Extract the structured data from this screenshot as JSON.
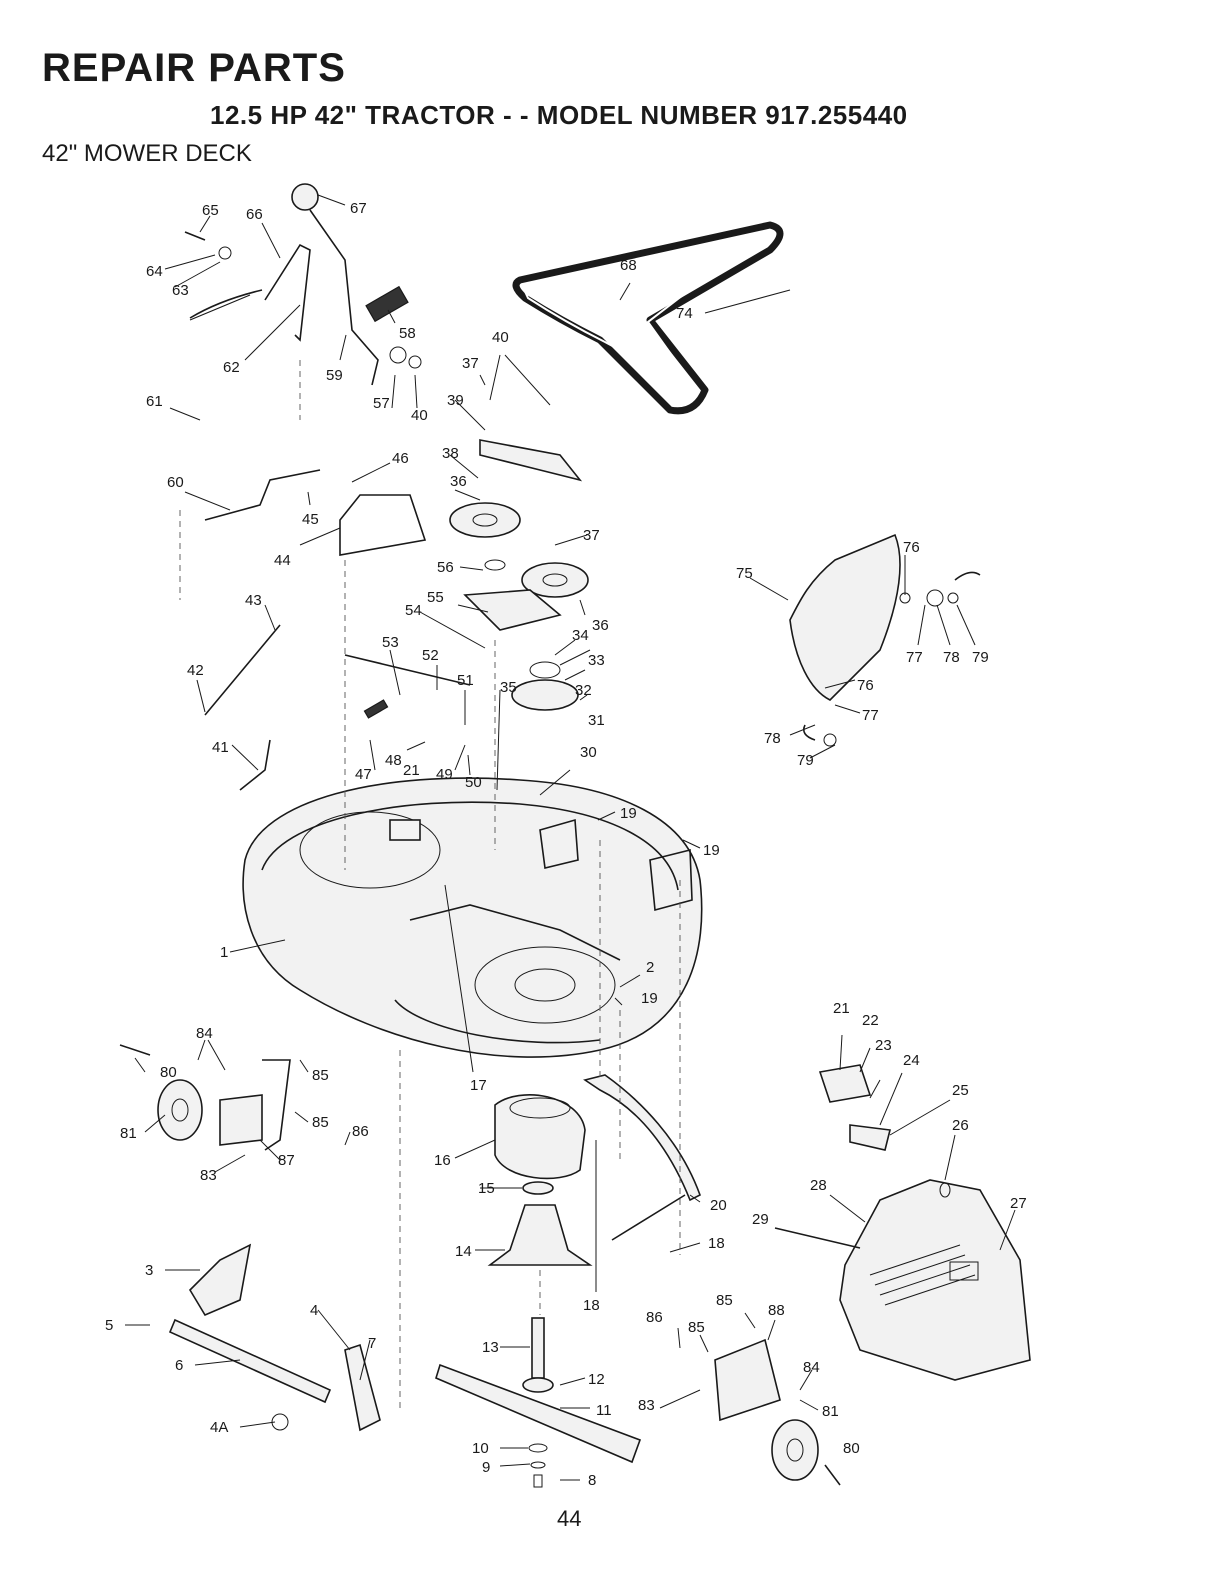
{
  "header": {
    "title": "REPAIR PARTS",
    "subtitle": "12.5 HP 42\" TRACTOR - - MODEL NUMBER 917.255440",
    "section": "42\" MOWER DECK"
  },
  "footer": {
    "page_number": "44"
  },
  "callouts": [
    "1",
    "2",
    "3",
    "4",
    "4A",
    "5",
    "6",
    "7",
    "8",
    "9",
    "10",
    "11",
    "12",
    "13",
    "14",
    "15",
    "16",
    "17",
    "18",
    "19",
    "20",
    "21",
    "22",
    "23",
    "24",
    "25",
    "26",
    "27",
    "28",
    "29",
    "30",
    "31",
    "32",
    "33",
    "34",
    "35",
    "36",
    "37",
    "38",
    "39",
    "40",
    "41",
    "42",
    "43",
    "44",
    "45",
    "46",
    "47",
    "48",
    "49",
    "50",
    "51",
    "52",
    "53",
    "54",
    "55",
    "56",
    "57",
    "58",
    "59",
    "60",
    "61",
    "62",
    "63",
    "64",
    "65",
    "66",
    "67",
    "68",
    "74",
    "75",
    "76",
    "77",
    "78",
    "79",
    "80",
    "81",
    "83",
    "84",
    "85",
    "86",
    "87",
    "88"
  ]
}
